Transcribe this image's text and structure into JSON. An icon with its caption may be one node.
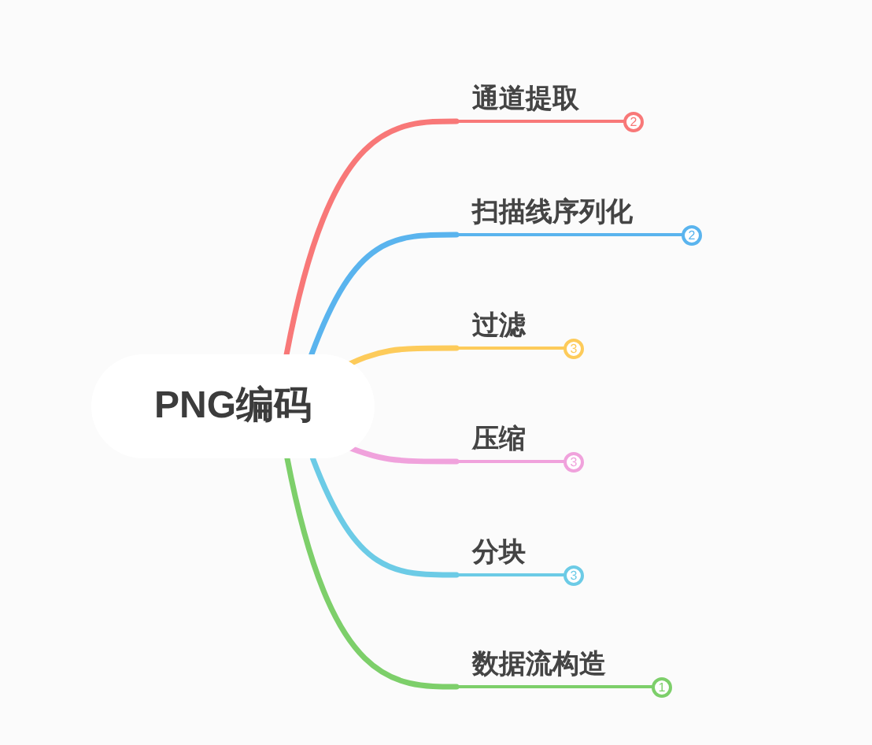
{
  "diagram": {
    "nodes": [
      {
        "text": [
          "PNG编码"
        ]
      },
      {
        "text": [
          "通道提取"
        ],
        "beside": [
          "2"
        ]
      },
      {
        "text": [
          "扫描线序列化"
        ],
        "beside": [
          "2"
        ]
      },
      {
        "text": [
          "过滤"
        ],
        "beside": [
          "3"
        ]
      },
      {
        "text": [
          "压缩"
        ],
        "beside": [
          "3"
        ]
      },
      {
        "text": [
          "分块"
        ],
        "beside": [
          "3"
        ]
      },
      {
        "text": [
          "数据流构造"
        ],
        "beside": [
          "1"
        ]
      }
    ],
    "edges": [
      {
        "from": 0,
        "to": 1,
        "arrow": "none",
        "color": "#f87878"
      },
      {
        "from": 0,
        "to": 2,
        "arrow": "none",
        "color": "#5ab4ee"
      },
      {
        "from": 0,
        "to": 3,
        "arrow": "none",
        "color": "#fdcb5a"
      },
      {
        "from": 0,
        "to": 4,
        "arrow": "none",
        "color": "#f0a2dc"
      },
      {
        "from": 0,
        "to": 5,
        "arrow": "none",
        "color": "#6ccbe6"
      },
      {
        "from": 0,
        "to": 6,
        "arrow": "none",
        "color": "#7dcf6a"
      }
    ]
  }
}
